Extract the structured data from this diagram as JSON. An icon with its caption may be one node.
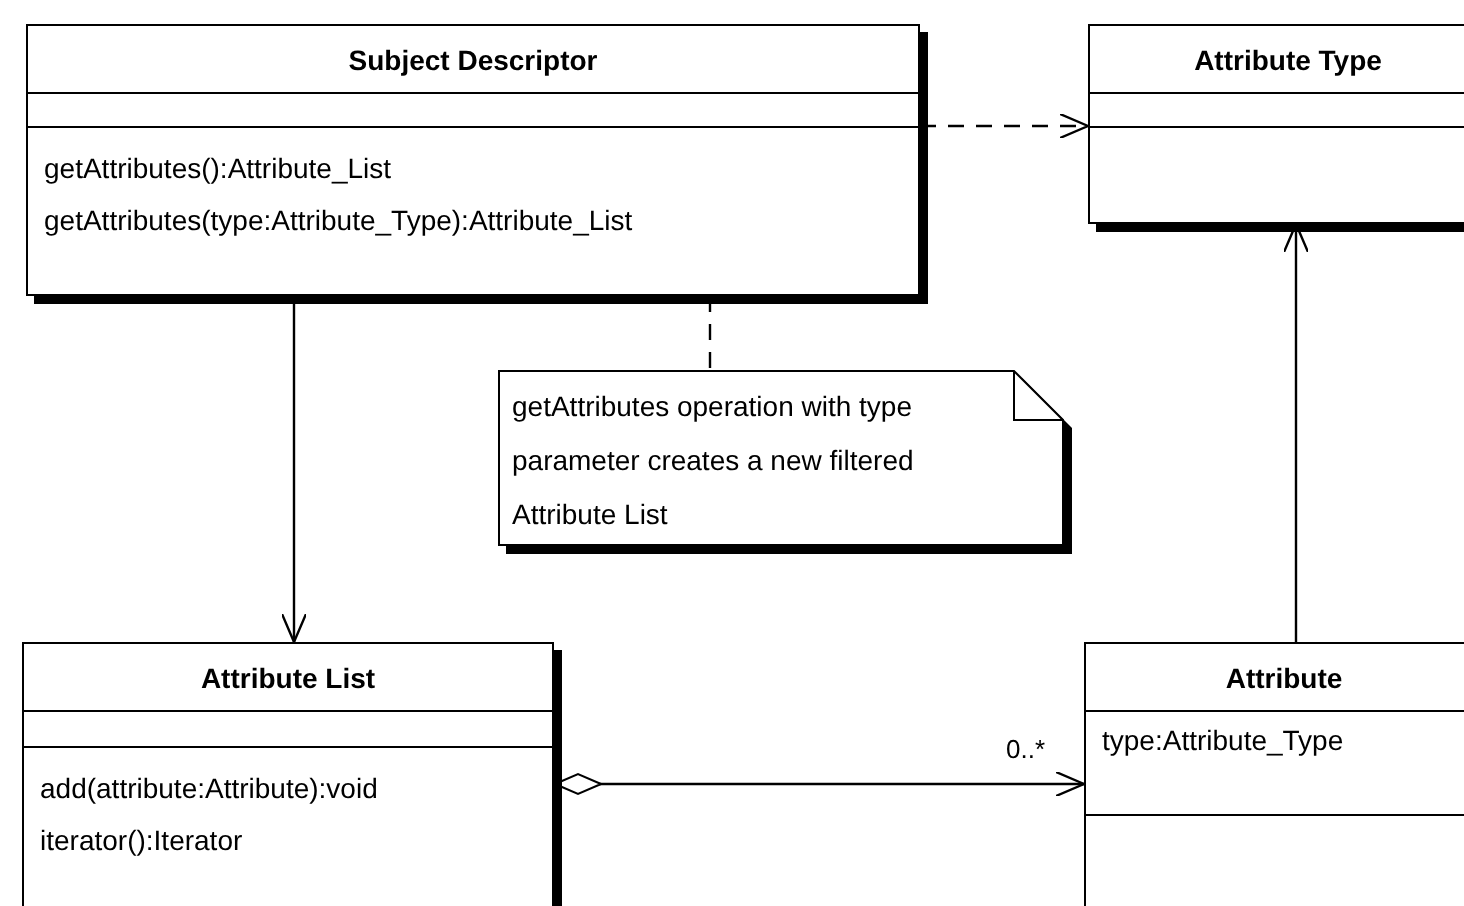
{
  "diagram": {
    "nodes": [
      {
        "text": [
          "Subject Descriptor",
          "getAttributes():Attribute_List",
          "getAttributes(type:Attribute_Type):Attribute_List"
        ]
      },
      {
        "text": [
          "Attribute Type"
        ]
      },
      {
        "text": [
          "getAttributes operation with type parameter creates a new filtered Attribute List"
        ]
      },
      {
        "text": [
          "Attribute List",
          "add(attribute:Attribute):void",
          "iterator():Iterator"
        ]
      },
      {
        "text": [
          "Attribute",
          "type:Attribute_Type"
        ]
      }
    ],
    "edges": [
      {
        "from": 0,
        "to": 1,
        "arrow": "to",
        "style": "dashed"
      },
      {
        "from": 0,
        "to": 2,
        "arrow": "none",
        "style": "dashed"
      },
      {
        "from": 0,
        "to": 3,
        "arrow": "to"
      },
      {
        "from": 3,
        "to": 4,
        "arrow": "to",
        "label": "0..*"
      },
      {
        "from": 4,
        "to": 1,
        "arrow": "to"
      }
    ]
  }
}
